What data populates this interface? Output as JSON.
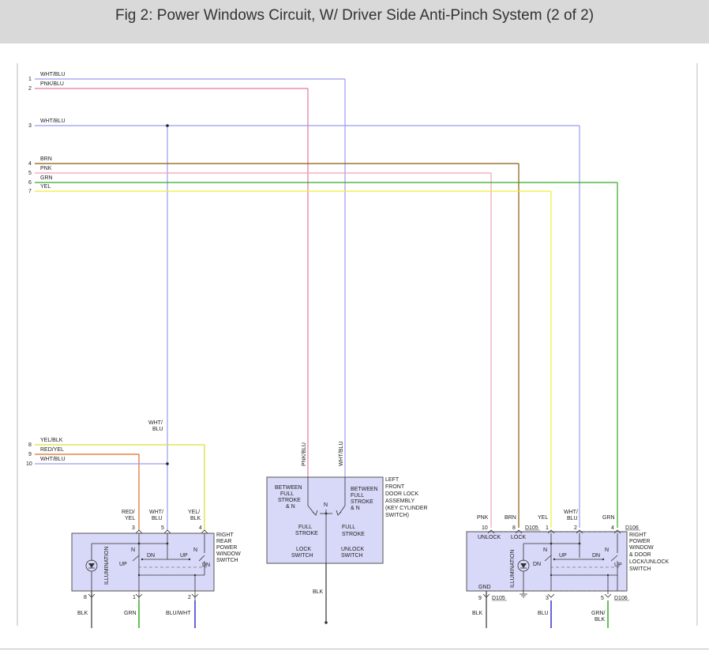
{
  "title": "Fig 2: Power Windows Circuit, W/ Driver Side Anti-Pinch System (2 of 2)",
  "colors": {
    "wht_blu": "#9b9bef",
    "pnk_blu": "#e07a9e",
    "brn": "#8b5a10",
    "pnk": "#f0a0b8",
    "grn": "#33aa22",
    "yel": "#eeee33",
    "yel_blk": "#dddd33",
    "red_yel": "#e06a20",
    "blu": "#3333cc",
    "blk": "#333333",
    "box_fill": "#d8d8f8"
  },
  "wires": {
    "w1": {
      "num": "1",
      "label": "WHT/BLU"
    },
    "w2": {
      "num": "2",
      "label": "PNK/BLU"
    },
    "w3": {
      "num": "3",
      "label": "WHT/BLU"
    },
    "w4": {
      "num": "4",
      "label": "BRN"
    },
    "w5": {
      "num": "5",
      "label": "PNK"
    },
    "w6": {
      "num": "6",
      "label": "GRN"
    },
    "w7": {
      "num": "7",
      "label": "YEL"
    },
    "w8": {
      "num": "8",
      "label": "YEL/BLK"
    },
    "w9": {
      "num": "9",
      "label": "RED/YEL"
    },
    "w10": {
      "num": "10",
      "label": "WHT/BLU"
    }
  },
  "labels": {
    "wht_blu_a": "WHT/",
    "wht_blu_b": "BLU",
    "pnk_blu_vert": "PNK/BLU",
    "wht_blu_vert": "WHT/BLU",
    "blk": "BLK",
    "grn": "GRN",
    "blu_wht": "BLU/WHT",
    "blu": "BLU",
    "grn_blk_a": "GRN/",
    "grn_blk_b": "BLK"
  },
  "rr_switch": {
    "name": [
      "RIGHT",
      "REAR",
      "POWER",
      "WINDOW",
      "SWITCH"
    ],
    "p3": "3",
    "p5": "5",
    "p4": "4",
    "p8": "8",
    "p1": "1",
    "p2": "2",
    "red_yel_a": "RED/",
    "red_yel_b": "YEL",
    "wht_blu_a": "WHT/",
    "wht_blu_b": "BLU",
    "yel_blk_a": "YEL/",
    "yel_blk_b": "BLK",
    "illum": "ILLUMINATION",
    "n": "N",
    "up": "UP",
    "dn": "DN"
  },
  "door_lock": {
    "name": [
      "LEFT",
      "FRONT",
      "DOOR LOCK",
      "ASSEMBLY",
      "(KEY CYLINDER",
      "SWITCH)"
    ],
    "between_l": [
      "BETWEEN",
      "FULL",
      "STROKE",
      "& N"
    ],
    "between_r": [
      "BETWEEN",
      "FULL",
      "STROKE",
      "& N"
    ],
    "n": "N",
    "full_stroke_l": [
      "FULL",
      "STROKE"
    ],
    "full_stroke_r": [
      "FULL",
      "STROKE"
    ],
    "lock_switch": [
      "LOCK",
      "SWITCH"
    ],
    "unlock_switch": [
      "UNLOCK",
      "SWITCH"
    ]
  },
  "rf_switch": {
    "name": [
      "RIGHT",
      "POWER",
      "WINDOW",
      "& DOOR",
      "LOCK/UNLOCK",
      "SWITCH"
    ],
    "pnk": "PNK",
    "brn": "BRN",
    "yel": "YEL",
    "wht_blu_a": "WHT/",
    "wht_blu_b": "BLU",
    "grn": "GRN",
    "p10": "10",
    "p8": "8",
    "d105_top": "D105",
    "p1": "1",
    "p2": "2",
    "p4": "4",
    "d106_top": "D106",
    "unlock": "UNLOCK",
    "lock": "LOCK",
    "gnd": "GND",
    "illum": "ILLUMINATION",
    "n": "N",
    "up": "UP",
    "dn": "DN",
    "p9": "9",
    "d105_bot": "D105",
    "p3": "3",
    "p5": "5",
    "d106_bot": "D106"
  }
}
